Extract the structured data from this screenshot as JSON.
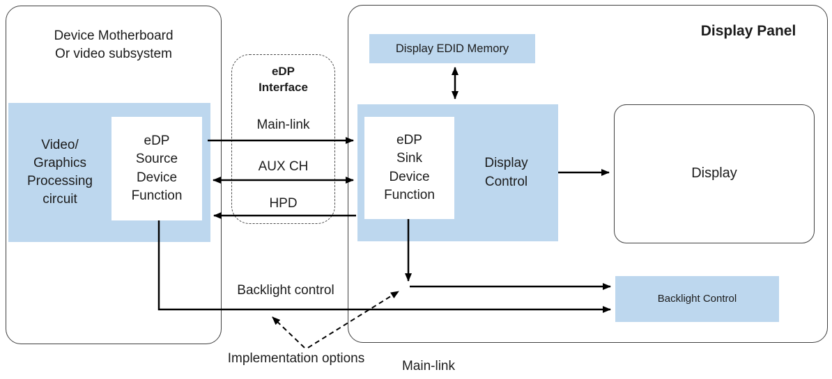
{
  "colors": {
    "block_fill": "#bdd7ee",
    "border": "#3f3f3f",
    "line": "#000000"
  },
  "left_panel": {
    "title": "Device Motherboard\nOr video subsystem",
    "video_block_label": "Video/\nGraphics\nProcessing\ncircuit",
    "source_block_label": "eDP\nSource\nDevice\nFunction"
  },
  "edp_interface": {
    "title": "eDP\nInterface",
    "channels": [
      "Main-link",
      "AUX CH",
      "HPD"
    ]
  },
  "display_panel": {
    "title": "Display Panel",
    "edid_memory_label": "Display EDID Memory",
    "sink_block_label": "eDP\nSink\nDevice\nFunction",
    "display_control_label": "Display\nControl",
    "display_label": "Display",
    "backlight_box_label": "Backlight Control"
  },
  "annotations": {
    "backlight_control": "Backlight control",
    "implementation_options": "Implementation options",
    "main_link": "Main-link"
  }
}
